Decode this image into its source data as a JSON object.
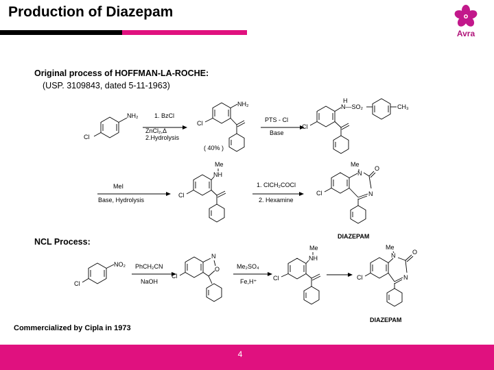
{
  "slide": {
    "title": "Production of Diazepam",
    "logo_text": "Avra",
    "page_number": "4",
    "colors": {
      "accent": "#e0117f",
      "title_bar_dark": "#000000",
      "logo": "#b0147a"
    }
  },
  "sections": {
    "roche_heading": "Original process of HOFFMAN-LA-ROCHE:",
    "roche_patent": "(USP. 3109843, dated 5-11-1963)",
    "ncl_heading": "NCL Process:",
    "footnote": "Commercialized by Cipla in 1973"
  },
  "roche_scheme": {
    "step1_reagent_1": "1.  BzCl",
    "step1_reagent_2": "ZnCl₂,Δ",
    "step1_reagent_3": "2.Hydrolysis",
    "step1_yield": "( 40% )",
    "step2_reagent_top": "PTS - Cl",
    "step2_reagent_bottom": "Base",
    "step3_reagent_top": "MeI",
    "step3_reagent_bottom": "Base, Hydrolysis",
    "step4_reagent_1": "1. ClCH₂COCl",
    "step4_reagent_2": "2. Hexamine",
    "product": "DIAZEPAM",
    "labels": {
      "nh2": "NH₂",
      "cl": "Cl",
      "nh_so2": "N—SO₂",
      "h": "H",
      "ch3": "CH₃",
      "me": "Me",
      "nh": "NH",
      "n": "N",
      "o": "O"
    }
  },
  "ncl_scheme": {
    "step1_reagent_top": "PhCH₂CN",
    "step1_reagent_bottom": "NaOH",
    "step2_reagent_top": "Me₂SO₄",
    "step2_reagent_bottom": "Fe,H⁺",
    "product": "DIAZEPAM",
    "labels": {
      "no2": "NO₂",
      "cl": "Cl",
      "n": "N",
      "o": "O",
      "me": "Me",
      "nh": "NH"
    }
  }
}
